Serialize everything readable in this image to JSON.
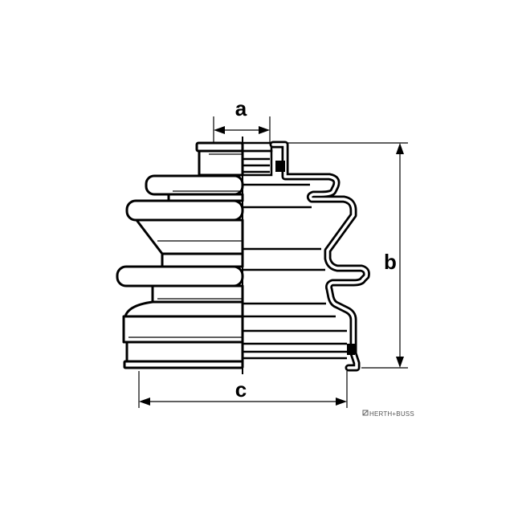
{
  "dimensions": {
    "a": "a",
    "b": "b",
    "c": "c"
  },
  "brand": {
    "text": "HERTH+BUSS",
    "icon": "herth-buss-logo-icon"
  },
  "colors": {
    "line": "#000000",
    "background": "#ffffff"
  }
}
